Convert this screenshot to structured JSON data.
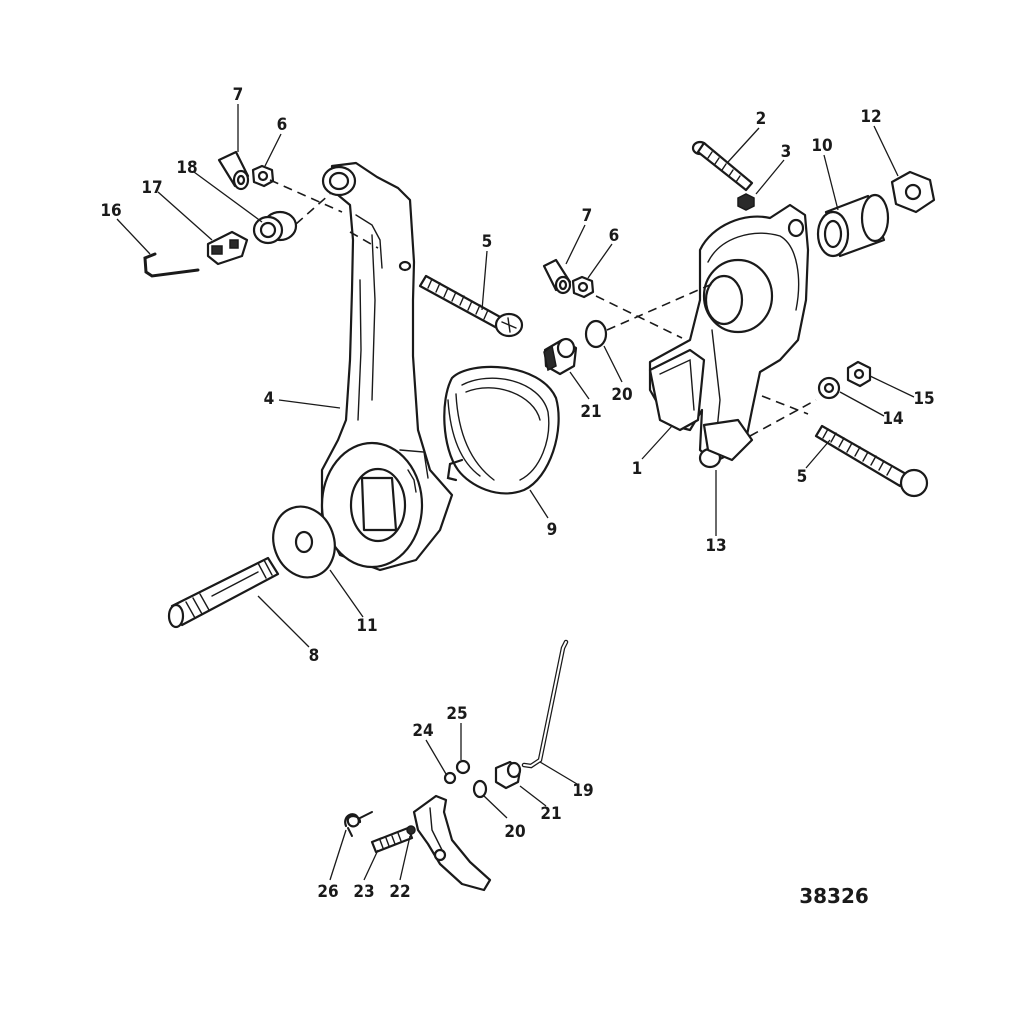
{
  "diagram": {
    "drawing_number": "38326",
    "callouts": [
      {
        "id": "c7a",
        "label": "7"
      },
      {
        "id": "c6a",
        "label": "6"
      },
      {
        "id": "c18",
        "label": "18"
      },
      {
        "id": "c17",
        "label": "17"
      },
      {
        "id": "c16",
        "label": "16"
      },
      {
        "id": "c5a",
        "label": "5"
      },
      {
        "id": "c4",
        "label": "4"
      },
      {
        "id": "c9",
        "label": "9"
      },
      {
        "id": "c11",
        "label": "11"
      },
      {
        "id": "c8",
        "label": "8"
      },
      {
        "id": "c7b",
        "label": "7"
      },
      {
        "id": "c6b",
        "label": "6"
      },
      {
        "id": "c21a",
        "label": "21"
      },
      {
        "id": "c20a",
        "label": "20"
      },
      {
        "id": "c2",
        "label": "2"
      },
      {
        "id": "c3",
        "label": "3"
      },
      {
        "id": "c10",
        "label": "10"
      },
      {
        "id": "c12",
        "label": "12"
      },
      {
        "id": "c15",
        "label": "15"
      },
      {
        "id": "c14",
        "label": "14"
      },
      {
        "id": "c5b",
        "label": "5"
      },
      {
        "id": "c1",
        "label": "1"
      },
      {
        "id": "c13",
        "label": "13"
      },
      {
        "id": "c25",
        "label": "25"
      },
      {
        "id": "c24",
        "label": "24"
      },
      {
        "id": "c19",
        "label": "19"
      },
      {
        "id": "c21b",
        "label": "21"
      },
      {
        "id": "c20b",
        "label": "20"
      },
      {
        "id": "c26",
        "label": "26"
      },
      {
        "id": "c23",
        "label": "23"
      },
      {
        "id": "c22",
        "label": "22"
      }
    ]
  }
}
